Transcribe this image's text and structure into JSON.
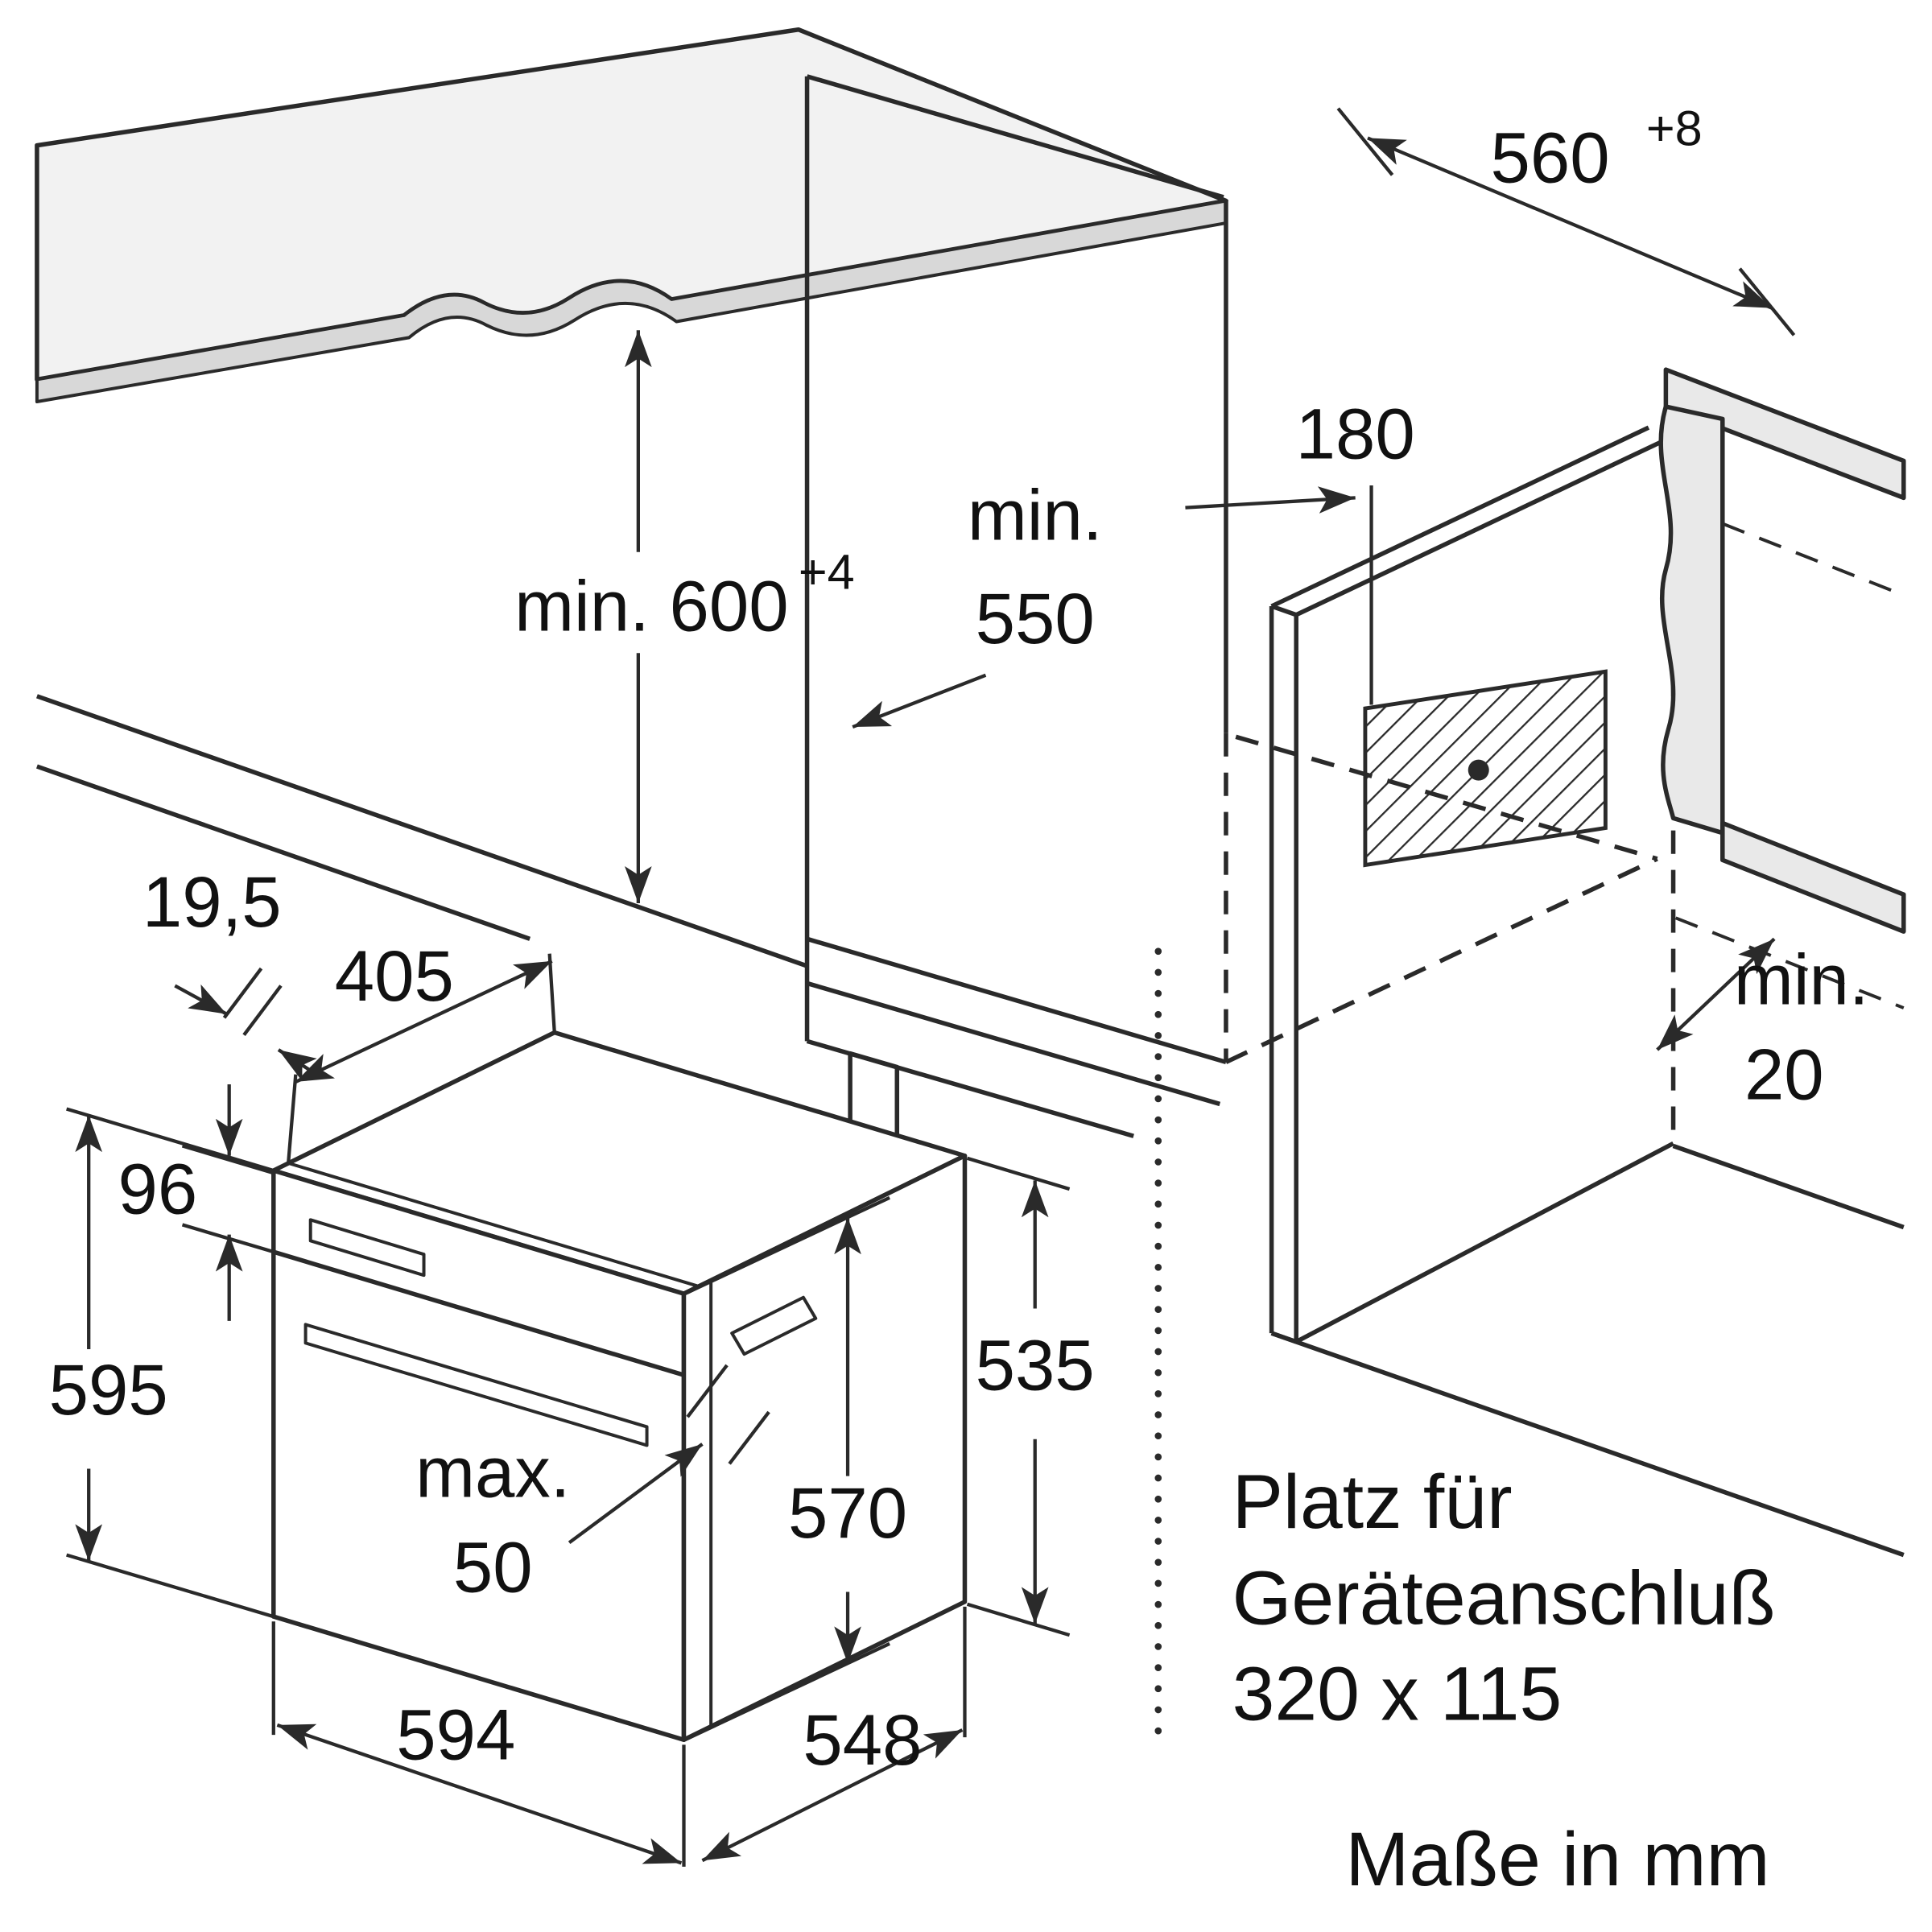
{
  "colors": {
    "line": "#2a2a2a",
    "counter_fill": "#f2f2f2",
    "counter_edge": "#d8d8d8",
    "wall_fill": "#e9e9e9",
    "text": "#111111"
  },
  "dimensions": {
    "niche_height": "min. 600",
    "niche_height_tol": "+4",
    "niche_depth_word": "min.",
    "niche_depth_value": "550",
    "connection_offset": "180",
    "niche_width": "560",
    "niche_width_tol": "+8",
    "rear_gap_word": "min.",
    "rear_gap_value": "20",
    "oven_lip": "19,5",
    "oven_top_depth": "405",
    "panel_height": "96",
    "oven_height": "595",
    "handle_word": "max.",
    "handle_value": "50",
    "door_height": "570",
    "body_height": "535",
    "oven_width": "594",
    "body_depth": "548"
  },
  "notes": {
    "connection_space_1": "Platz für",
    "connection_space_2": "Geräteanschluß",
    "connection_space_3": "320 x 115",
    "units": "Maße in mm"
  }
}
